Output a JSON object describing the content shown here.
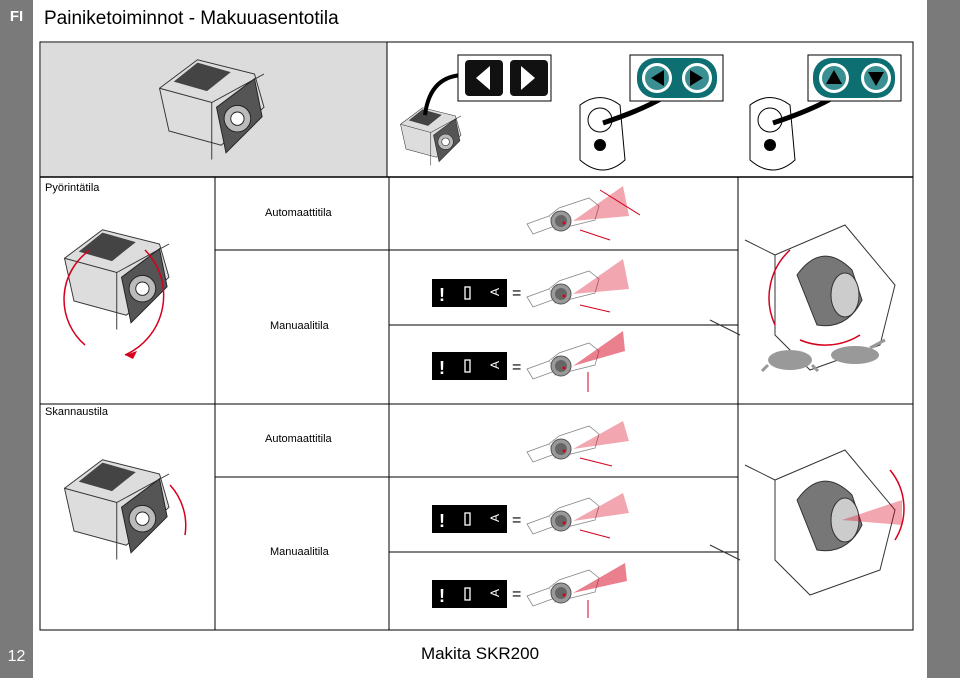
{
  "page": {
    "language": "FI",
    "title": "Painiketoiminnot - Makuuasentotila",
    "page_number": "12",
    "footer": "Makita SKR200"
  },
  "sections": [
    {
      "heading": "Pyörintätila",
      "auto_label": "Automaattitila",
      "manual_label": "Manuaalitila"
    },
    {
      "heading": "Skannaustila",
      "auto_label": "Automaattitila",
      "manual_label": "Manuaalitila"
    }
  ],
  "indicators": {
    "warning": "!",
    "battery": "▯",
    "auto": "A",
    "equals": "="
  },
  "colors": {
    "accent": "#d6001c",
    "sidebar": "#7a7a7a",
    "teal": "#0e6f73"
  },
  "icons": [
    "arrow-left-icon",
    "arrow-right-icon",
    "arrow-up-icon",
    "arrow-down-icon",
    "turtle-icon",
    "hare-icon"
  ]
}
